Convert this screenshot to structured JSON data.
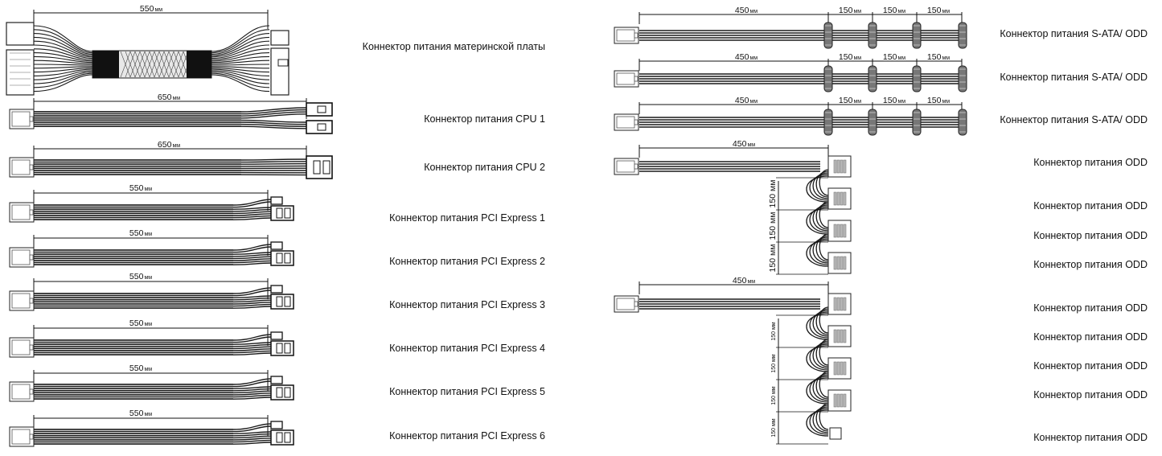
{
  "left_cables": [
    {
      "length": "550",
      "unit": "мм",
      "label": "Коннектор питания материнской платы"
    },
    {
      "length": "650",
      "unit": "мм",
      "label": "Коннектор питания CPU 1"
    },
    {
      "length": "650",
      "unit": "мм",
      "label": "Коннектор питания CPU 2"
    },
    {
      "length": "550",
      "unit": "мм",
      "label": "Коннектор питания PCI Express 1"
    },
    {
      "length": "550",
      "unit": "мм",
      "label": "Коннектор питания PCI Express 2"
    },
    {
      "length": "550",
      "unit": "мм",
      "label": "Коннектор питания PCI Express 3"
    },
    {
      "length": "550",
      "unit": "мм",
      "label": "Коннектор питания PCI Express 4"
    },
    {
      "length": "550",
      "unit": "мм",
      "label": "Коннектор питания PCI Express 5"
    },
    {
      "length": "550",
      "unit": "мм",
      "label": "Коннектор питания PCI Express 6"
    }
  ],
  "sata_cables": [
    {
      "main": "450",
      "segments": [
        "150",
        "150",
        "150"
      ],
      "unit": "мм",
      "label": "Коннектор питания S-ATA/ ODD"
    },
    {
      "main": "450",
      "segments": [
        "150",
        "150",
        "150"
      ],
      "unit": "мм",
      "label": "Коннектор питания S-ATA/ ODD"
    },
    {
      "main": "450",
      "segments": [
        "150",
        "150",
        "150"
      ],
      "unit": "мм",
      "label": "Коннектор питания S-ATA/ ODD"
    }
  ],
  "odd_cables": [
    {
      "main": "450",
      "unit": "мм",
      "branch_label": "150 мм",
      "labels": [
        "Коннектор питания ODD",
        "Коннектор питания ODD",
        "Коннектор питания ODD",
        "Коннектор питания ODD"
      ]
    },
    {
      "main": "450",
      "unit": "мм",
      "branch_label": "150 мм",
      "labels": [
        "Коннектор питания ODD",
        "Коннектор питания ODD",
        "Коннектор питания ODD",
        "Коннектор питания ODD",
        "Коннектор питания ODD"
      ]
    }
  ]
}
